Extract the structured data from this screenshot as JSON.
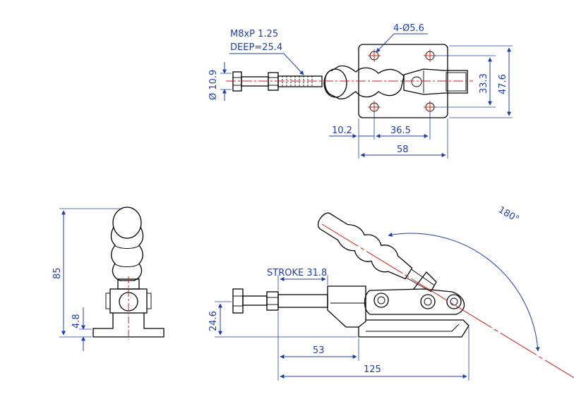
{
  "top_view": {
    "thread_label_line1": "M8xP 1.25",
    "thread_label_line2": "DEEP=25.4",
    "holes_label": "4-Ø5.6",
    "dia_label": "Ø 10.9",
    "dim_33_3": "33.3",
    "dim_47_6": "47.6",
    "dim_10_2": "10.2",
    "dim_36_5": "36.5",
    "dim_58": "58"
  },
  "side_view": {
    "dim_85": "85",
    "dim_4_8": "4.8"
  },
  "front_view": {
    "angle_label": "180°",
    "stroke_label": "STROKE 31.8",
    "dim_24_6": "24.6",
    "dim_53": "53",
    "dim_125": "125"
  },
  "colors": {
    "dimension": "#1f3ea8",
    "centerline": "#d01c1c",
    "outline": "#000000"
  }
}
